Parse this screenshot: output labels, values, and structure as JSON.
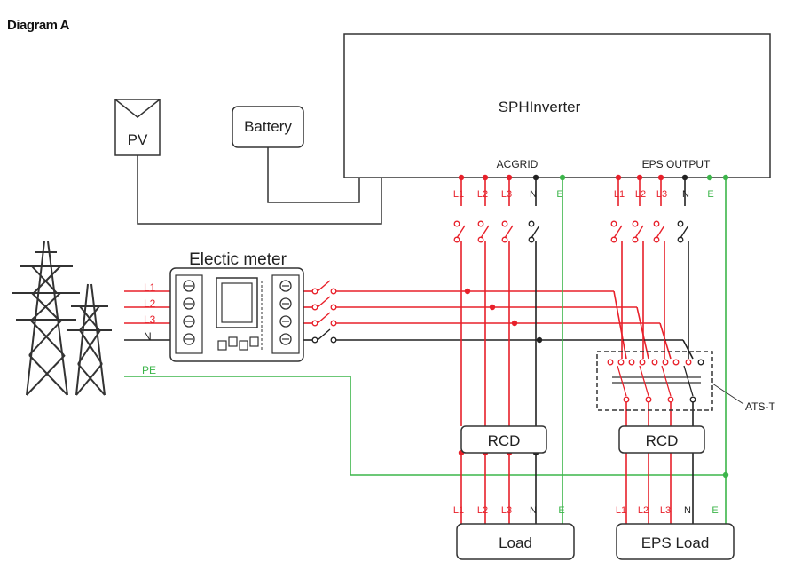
{
  "diagram": {
    "title": "Diagram A",
    "inverter": "SPHInverter",
    "pv": "PV",
    "battery": "Battery",
    "ac_grid": "ACGRID",
    "eps_output": "EPS OUTPUT",
    "meter": "Electic meter",
    "ats": "ATS-T",
    "rcd_left": "RCD",
    "rcd_right": "RCD",
    "load": "Load",
    "eps_load": "EPS Load",
    "grid_lines": [
      "L1",
      "L2",
      "L3",
      "N"
    ],
    "pe": "PE",
    "terminals": [
      "L1",
      "L2",
      "L3",
      "N",
      "E"
    ]
  },
  "colors": {
    "phase": "#e8202a",
    "neutral": "#222222",
    "earth": "#3cb54a",
    "outline": "#333333"
  }
}
